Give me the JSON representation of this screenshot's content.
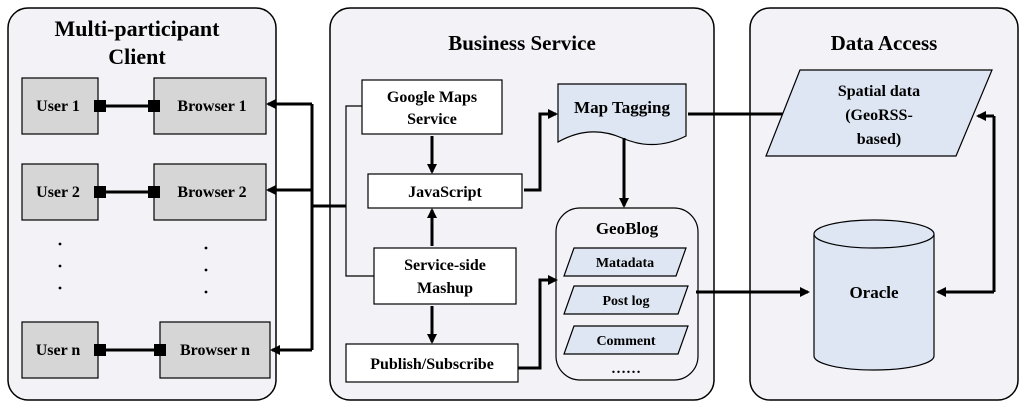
{
  "panels": {
    "client_title_1": "Multi-participant",
    "client_title_2": "Client",
    "business_title": "Business Service",
    "data_title": "Data Access"
  },
  "client": {
    "user1": "User 1",
    "user2": "User 2",
    "usern": "User n",
    "browser1": "Browser 1",
    "browser2": "Browser 2",
    "browsern": "Browser n"
  },
  "business": {
    "google_maps_1": "Google Maps",
    "google_maps_2": "Service",
    "javascript": "JavaScript",
    "mashup_1": "Service-side",
    "mashup_2": "Mashup",
    "publish": "Publish/Subscribe",
    "map_tagging": "Map Tagging",
    "geoblog": "GeoBlog",
    "metadata": "Matadata",
    "postlog": "Post log",
    "comment": "Comment",
    "ellipsis": "……"
  },
  "data": {
    "spatial_1": "Spatial data",
    "spatial_2": "(GeoRSS-",
    "spatial_3": "based)",
    "oracle": "Oracle"
  }
}
